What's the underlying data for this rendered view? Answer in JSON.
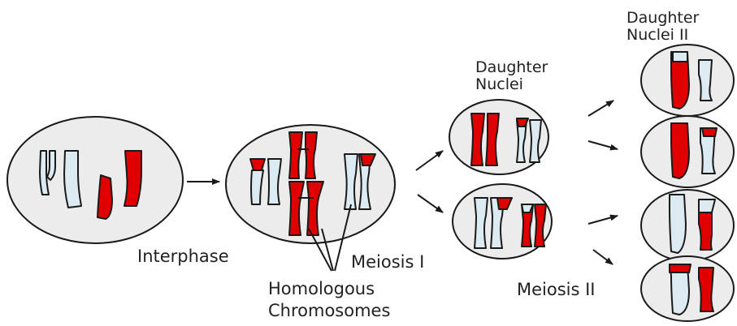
{
  "labels": {
    "interphase": "Interphase",
    "meiosis1": "Meiosis I",
    "homologous_line1": "Homologous",
    "homologous_line2": "Chromosomes",
    "daughter_nuclei_line1": "Daughter",
    "daughter_nuclei_line2": "Nuclei",
    "daughter_nuclei2_line1": "Daughter",
    "daughter_nuclei2_line2": "Nuclei II",
    "meiosis2": "Meiosis II"
  },
  "colors": {
    "cell_fill": "#ececec",
    "outline": "#1a1a1a",
    "red_chromosome": "#e00000",
    "blue_chromosome": "#dcebf2"
  }
}
